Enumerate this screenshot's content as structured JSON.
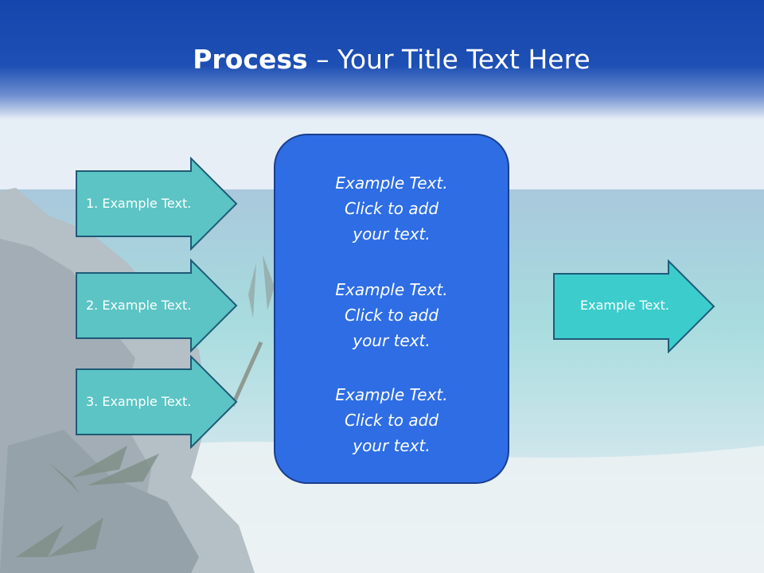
{
  "slide": {
    "title_bold": "Process",
    "title_rest": " – Your Title Text Here"
  },
  "left_arrows": [
    {
      "label": "1. Example Text."
    },
    {
      "label": "2. Example Text."
    },
    {
      "label": "3. Example Text."
    }
  ],
  "center_box": {
    "paragraphs": [
      {
        "lines": [
          "Example Text.",
          "Click  to add",
          "your text."
        ]
      },
      {
        "lines": [
          "Example Text.",
          "Click  to add",
          "your text."
        ]
      },
      {
        "lines": [
          "Example Text.",
          "Click  to add",
          "your text."
        ]
      }
    ]
  },
  "right_arrow": {
    "label": "Example Text."
  },
  "colors": {
    "header_blue": "#1446ad",
    "arrow_fill": "#5cc4c4",
    "right_arrow_fill": "#3ccccc",
    "arrow_stroke": "#1e5a78",
    "center_fill": "#2e6de4",
    "center_stroke": "#1a3f8e"
  }
}
